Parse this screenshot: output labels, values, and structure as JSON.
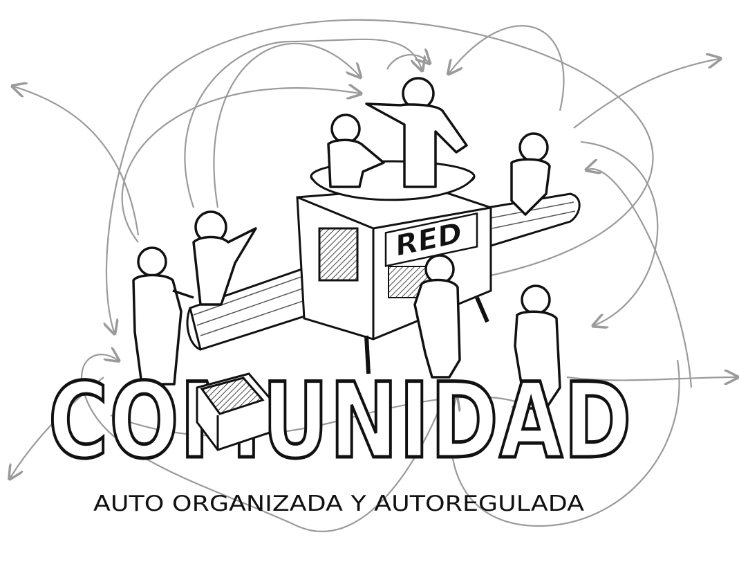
{
  "illustration": {
    "title": "COMUNIDAD",
    "subtitle": "AUTO ORGANIZADA Y AUTOREGULADA",
    "machine_label": "RED"
  },
  "colors": {
    "ink": "#111111",
    "arrow": "#9a9a9a",
    "paper": "#ffffff",
    "hatch": "#555555"
  }
}
